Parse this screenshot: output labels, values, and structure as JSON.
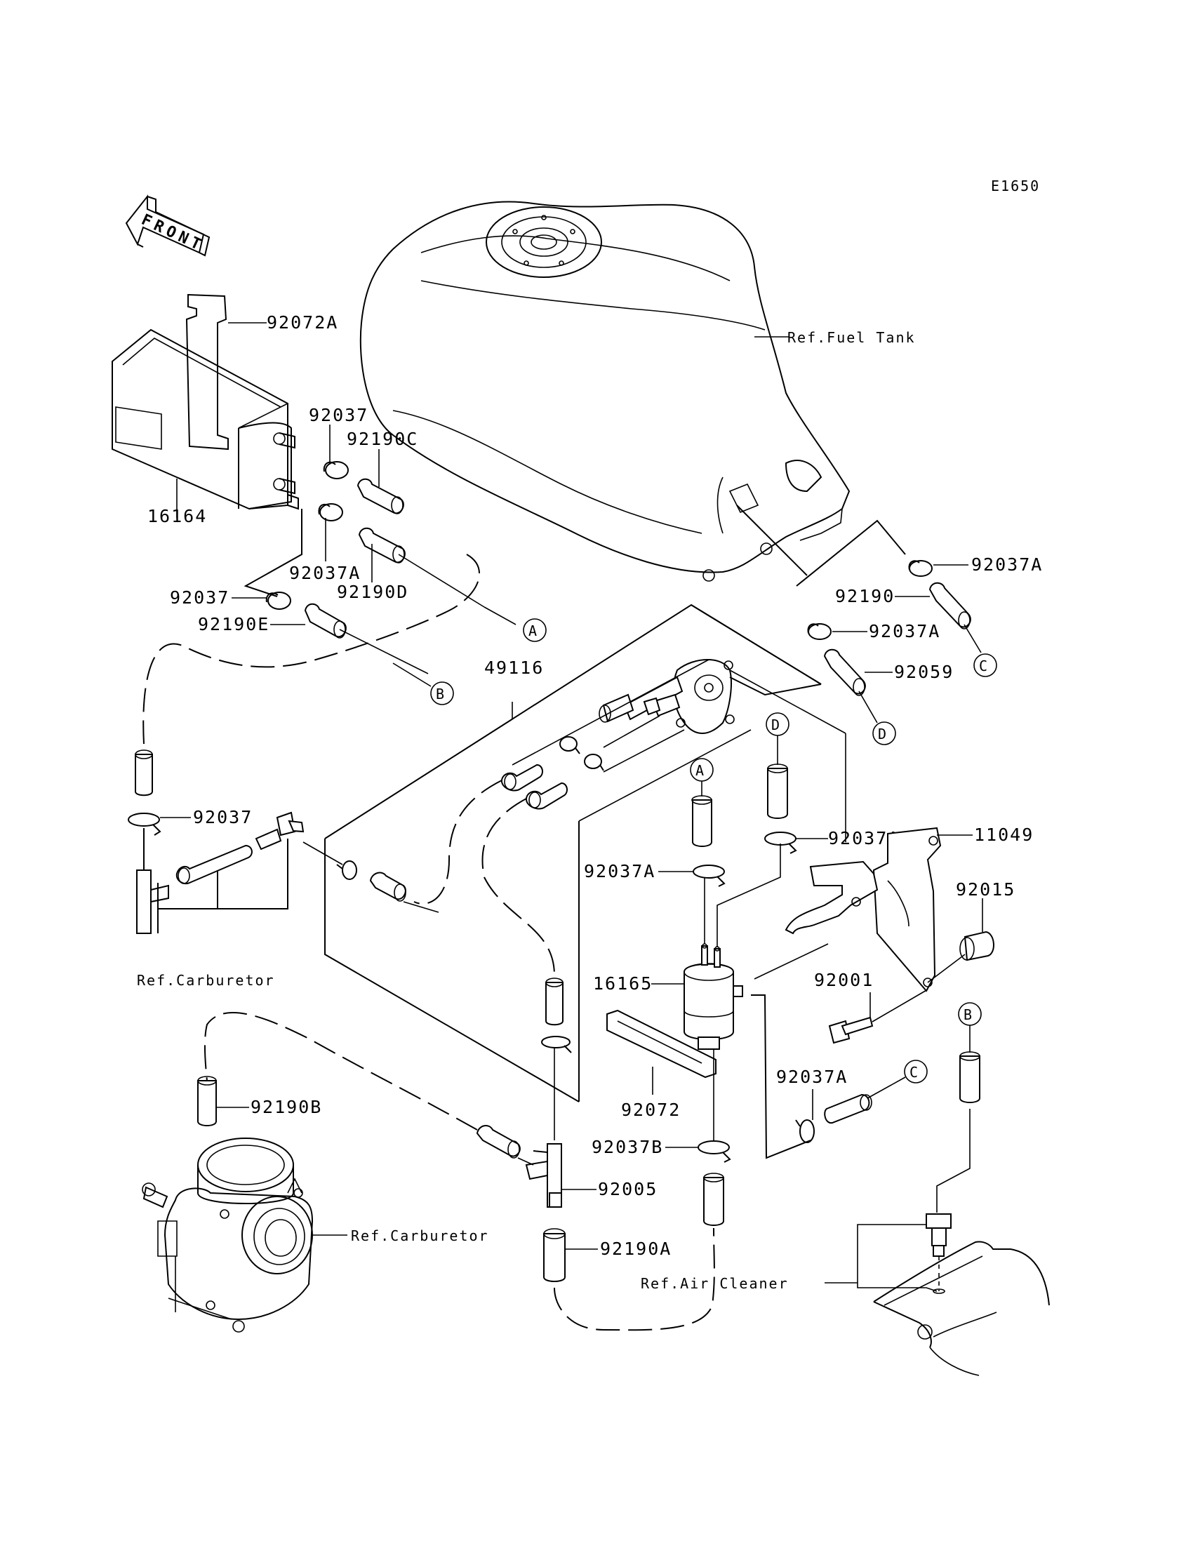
{
  "diagram_code": "E1650",
  "front_label": "FRONT",
  "parts": {
    "p92072A": "92072A",
    "p92037_top": "92037",
    "p92190C": "92190C",
    "p16164": "16164",
    "p92037A_top": "92037A",
    "p92190D": "92190D",
    "p92037_mid": "92037",
    "p92190E": "92190E",
    "p49116": "49116",
    "p92037_left": "92037",
    "p92037A_right1": "92037A",
    "p92190": "92190",
    "p92037A_right2": "92037A",
    "p92059": "92059",
    "p11049": "11049",
    "p92037A_center": "92037A",
    "p92037A_leftc": "92037A",
    "p92015": "92015",
    "p16165": "16165",
    "p92001": "92001",
    "p92072": "92072",
    "p92037A_low": "92037A",
    "p92190B": "92190B",
    "p92037B": "92037B",
    "p92005": "92005",
    "p92190A": "92190A"
  },
  "refs": {
    "fuel_tank": "Ref.Fuel Tank",
    "carburetor_1": "Ref.Carburetor",
    "carburetor_2": "Ref.Carburetor",
    "air_cleaner": "Ref.Air Cleaner"
  },
  "callouts": {
    "A1": "A",
    "B1": "B",
    "C1": "C",
    "D1": "D",
    "D2": "D",
    "A2": "A",
    "C2": "C",
    "B2": "B"
  }
}
